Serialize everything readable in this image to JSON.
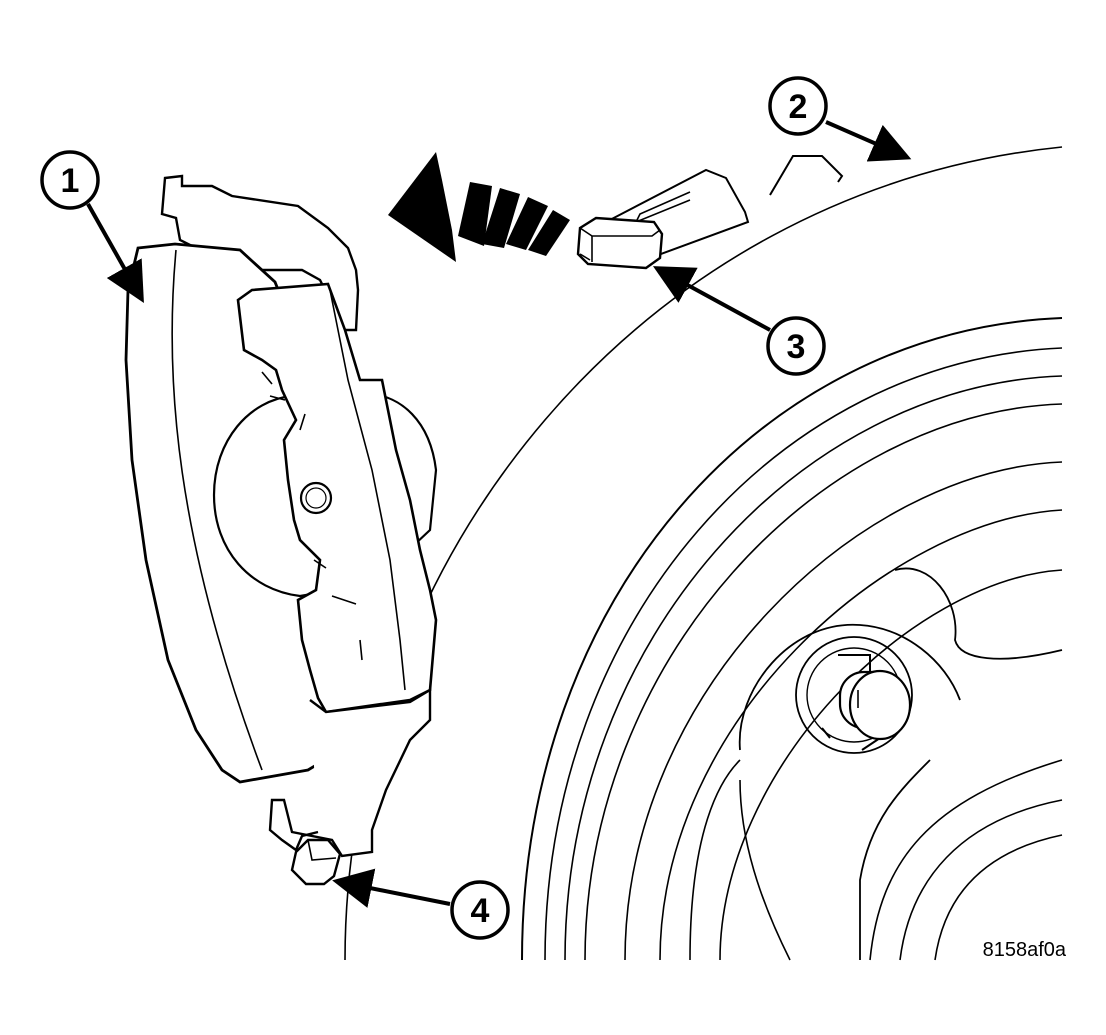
{
  "callouts": [
    {
      "id": "1",
      "label": "1"
    },
    {
      "id": "2",
      "label": "2"
    },
    {
      "id": "3",
      "label": "3"
    },
    {
      "id": "4",
      "label": "4"
    }
  ],
  "figure_id": "8158af0a",
  "colors": {
    "line": "#000000",
    "background": "#ffffff"
  }
}
